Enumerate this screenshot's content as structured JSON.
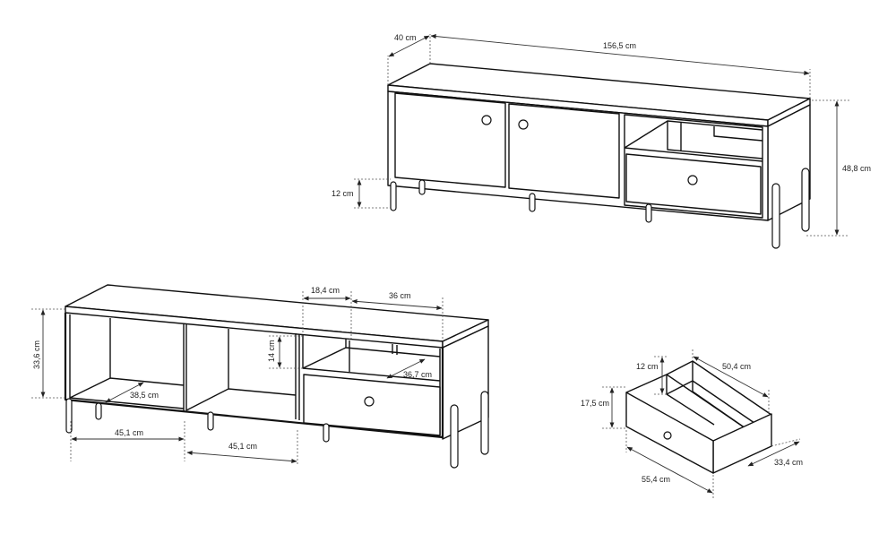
{
  "dimensions": {
    "top_depth": "40 cm",
    "top_width": "156,5 cm",
    "top_height": "48,8 cm",
    "top_leg": "12 cm",
    "open_height": "33,6 cm",
    "shelf_depth": "38,5 cm",
    "comp_width_1": "45,1 cm",
    "comp_width_2": "45,1 cm",
    "gap_width": "18,4 cm",
    "drawer_comp_width": "36 cm",
    "shelf_height": "14 cm",
    "drawer_comp_depth": "36,7 cm",
    "drawer_inner_h": "12 cm",
    "drawer_depth": "50,4 cm",
    "drawer_front_h": "17,5 cm",
    "drawer_width": "55,4 cm",
    "drawer_back_w": "33,4 cm"
  }
}
